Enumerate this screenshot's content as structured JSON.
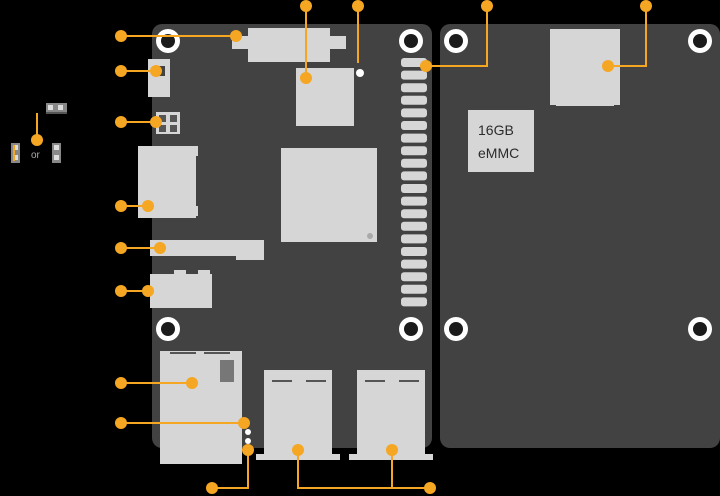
{
  "emmc_chip": {
    "line1": "16GB",
    "line2": "eMMC"
  },
  "jumper_legend": {
    "or_label": "or"
  },
  "colors": {
    "board": "#424242",
    "component": "#d6d6d6",
    "callout": "#f5a623",
    "background": "#000000"
  }
}
